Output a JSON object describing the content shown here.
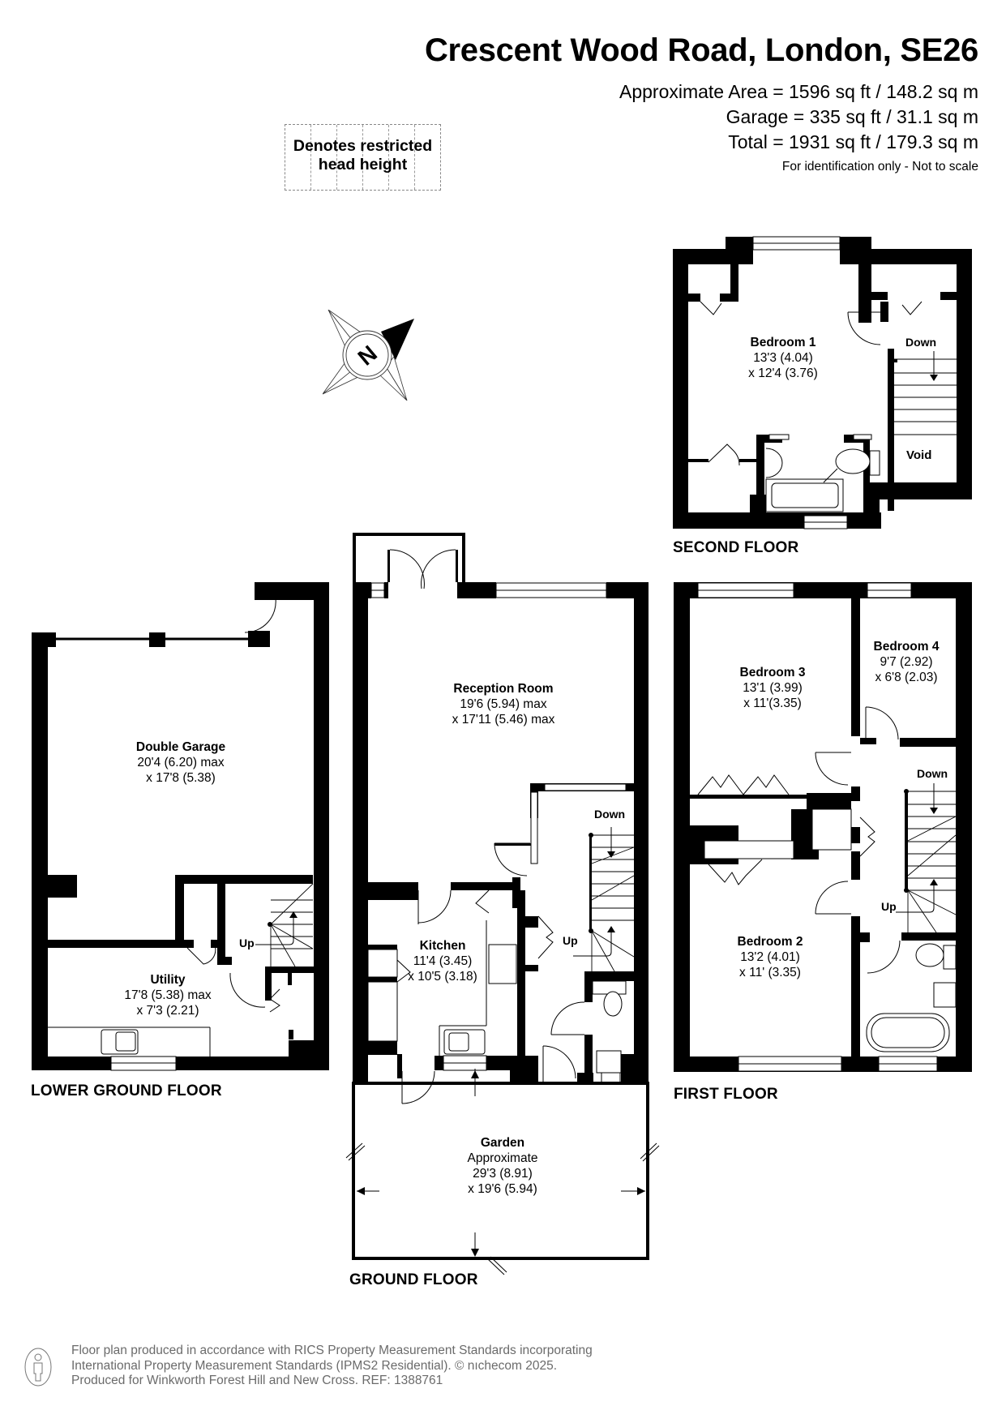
{
  "header": {
    "title": "Crescent Wood Road, London, SE26",
    "areas": [
      "Approximate Area = 1596 sq ft / 148.2 sq m",
      "Garage = 335 sq ft / 31.1 sq m",
      "Total = 1931 sq ft / 179.3 sq m"
    ],
    "disclaimer": "For identification only - Not to scale"
  },
  "legend": {
    "line1": "Denotes restricted",
    "line2": "head height"
  },
  "compass": {
    "icon": "north-compass-icon",
    "label": "N"
  },
  "floors": {
    "lower_ground": {
      "name": "LOWER GROUND FLOOR",
      "rooms": [
        {
          "name": "Double Garage",
          "dim1": "20'4 (6.20) max",
          "dim2": "x 17'8 (5.38)"
        },
        {
          "name": "Utility",
          "dim1": "17'8 (5.38) max",
          "dim2": "x 7'3 (2.21)"
        }
      ],
      "stairs": {
        "up": "Up"
      }
    },
    "ground": {
      "name": "GROUND FLOOR",
      "rooms": [
        {
          "name": "Reception Room",
          "dim1": "19'6 (5.94) max",
          "dim2": "x 17'11 (5.46) max"
        },
        {
          "name": "Kitchen",
          "dim1": "11'4 (3.45)",
          "dim2": "x 10'5 (3.18)"
        },
        {
          "name": "Garden",
          "dim0": "Approximate",
          "dim1": "29'3 (8.91)",
          "dim2": "x 19'6 (5.94)"
        }
      ],
      "stairs": {
        "down": "Down",
        "up": "Up"
      }
    },
    "first": {
      "name": "FIRST FLOOR",
      "rooms": [
        {
          "name": "Bedroom 3",
          "dim1": "13'1 (3.99)",
          "dim2": "x 11'(3.35)"
        },
        {
          "name": "Bedroom 4",
          "dim1": "9'7 (2.92)",
          "dim2": "x 6'8 (2.03)"
        },
        {
          "name": "Bedroom 2",
          "dim1": "13'2 (4.01)",
          "dim2": "x 11' (3.35)"
        }
      ],
      "stairs": {
        "down": "Down",
        "up": "Up"
      }
    },
    "second": {
      "name": "SECOND FLOOR",
      "rooms": [
        {
          "name": "Bedroom 1",
          "dim1": "13'3 (4.04)",
          "dim2": "x 12'4 (3.76)"
        }
      ],
      "stairs": {
        "down": "Down"
      },
      "void": "Void"
    }
  },
  "footer": {
    "lines": [
      "Floor plan produced in accordance with RICS Property Measurement Standards incorporating",
      "International Property Measurement Standards (IPMS2 Residential).   © nıchecom 2025.",
      "Produced for Winkworth Forest Hill and New Cross.   REF:  1388761"
    ],
    "icon": "ipms-person-icon"
  }
}
